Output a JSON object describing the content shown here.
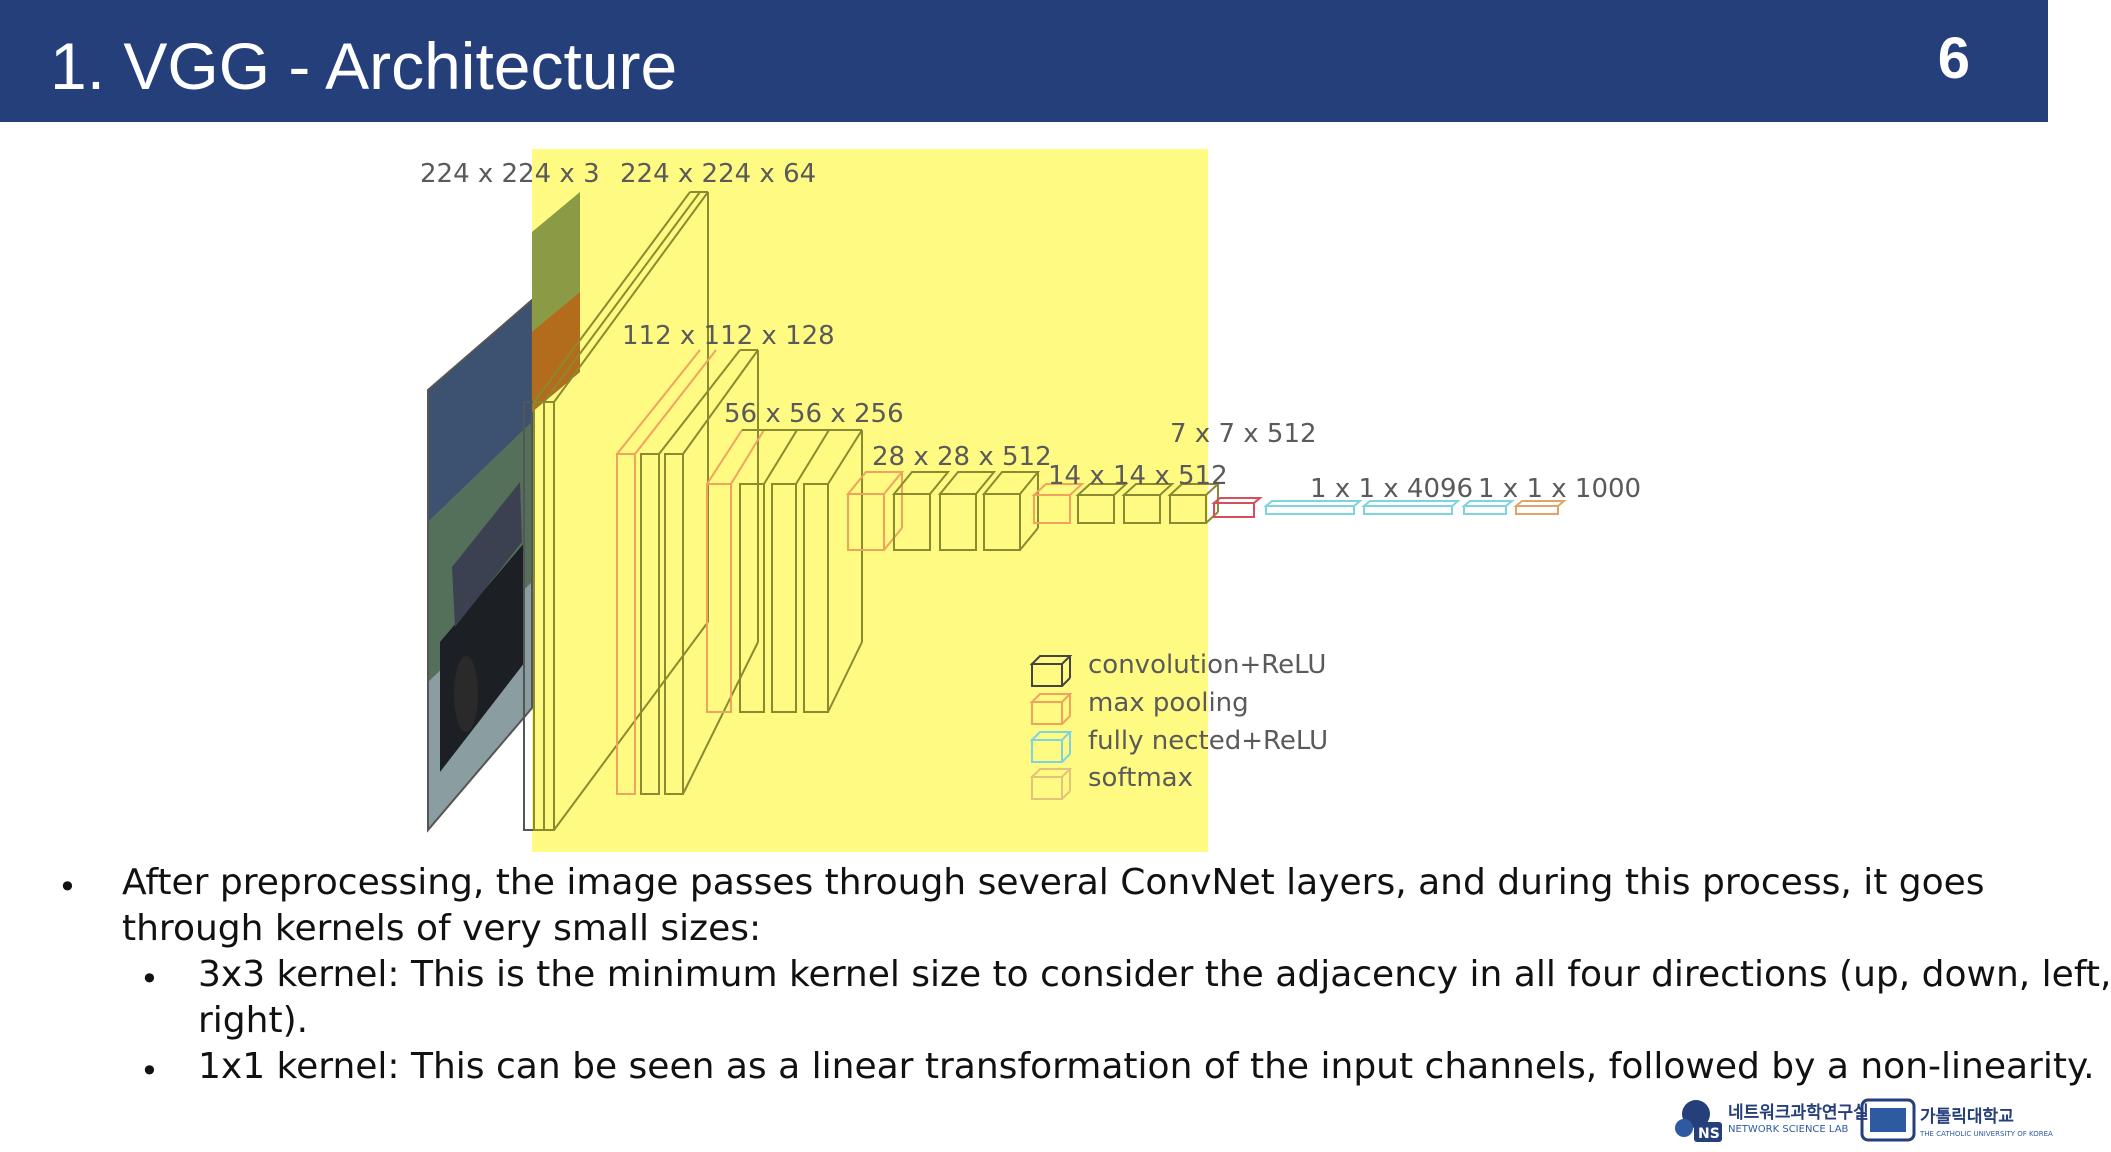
{
  "header": {
    "title": "1. VGG - Architecture",
    "page_number": "6"
  },
  "diagram": {
    "dimension_labels": [
      "224 x 224 x 3",
      "224 x 224 x 64",
      "112 x 112 x 128",
      "56 x 56 x 256",
      "28 x 28 x 512",
      "14 x 14 x 512",
      "7 x 7 x 512",
      "1 x 1 x 4096",
      "1 x 1 x 1000"
    ],
    "legend": [
      "convolution+ReLU",
      "max pooling",
      "fully nected+ReLU",
      "softmax"
    ],
    "colors": {
      "highlight": "#fffa82",
      "conv": "#2b2b2b",
      "pool": "#f0a35e",
      "fc": "#7dd3e0",
      "softmax": "#e3a366",
      "output": "#d94c5c"
    }
  },
  "bullets": [
    {
      "text": "After preprocessing, the image passes through several ConvNet layers, and during this process, it goes",
      "cont": "through kernels of very small sizes:"
    },
    {
      "text": "3x3 kernel: This is the minimum kernel size to consider the adjacency in all four directions (up, down, left,",
      "cont": "right)."
    },
    {
      "text": "1x1 kernel: This can be seen as a linear transformation of the input channels, followed by a non-linearity.",
      "cont": ""
    }
  ],
  "footer": {
    "lab_name_ko": "네트워크과학연구실",
    "lab_name_en": "NETWORK SCIENCE LAB",
    "lab_badge": "NS",
    "university_ko": "가톨릭대학교",
    "university_en": "THE CATHOLIC UNIVERSITY OF KOREA"
  }
}
